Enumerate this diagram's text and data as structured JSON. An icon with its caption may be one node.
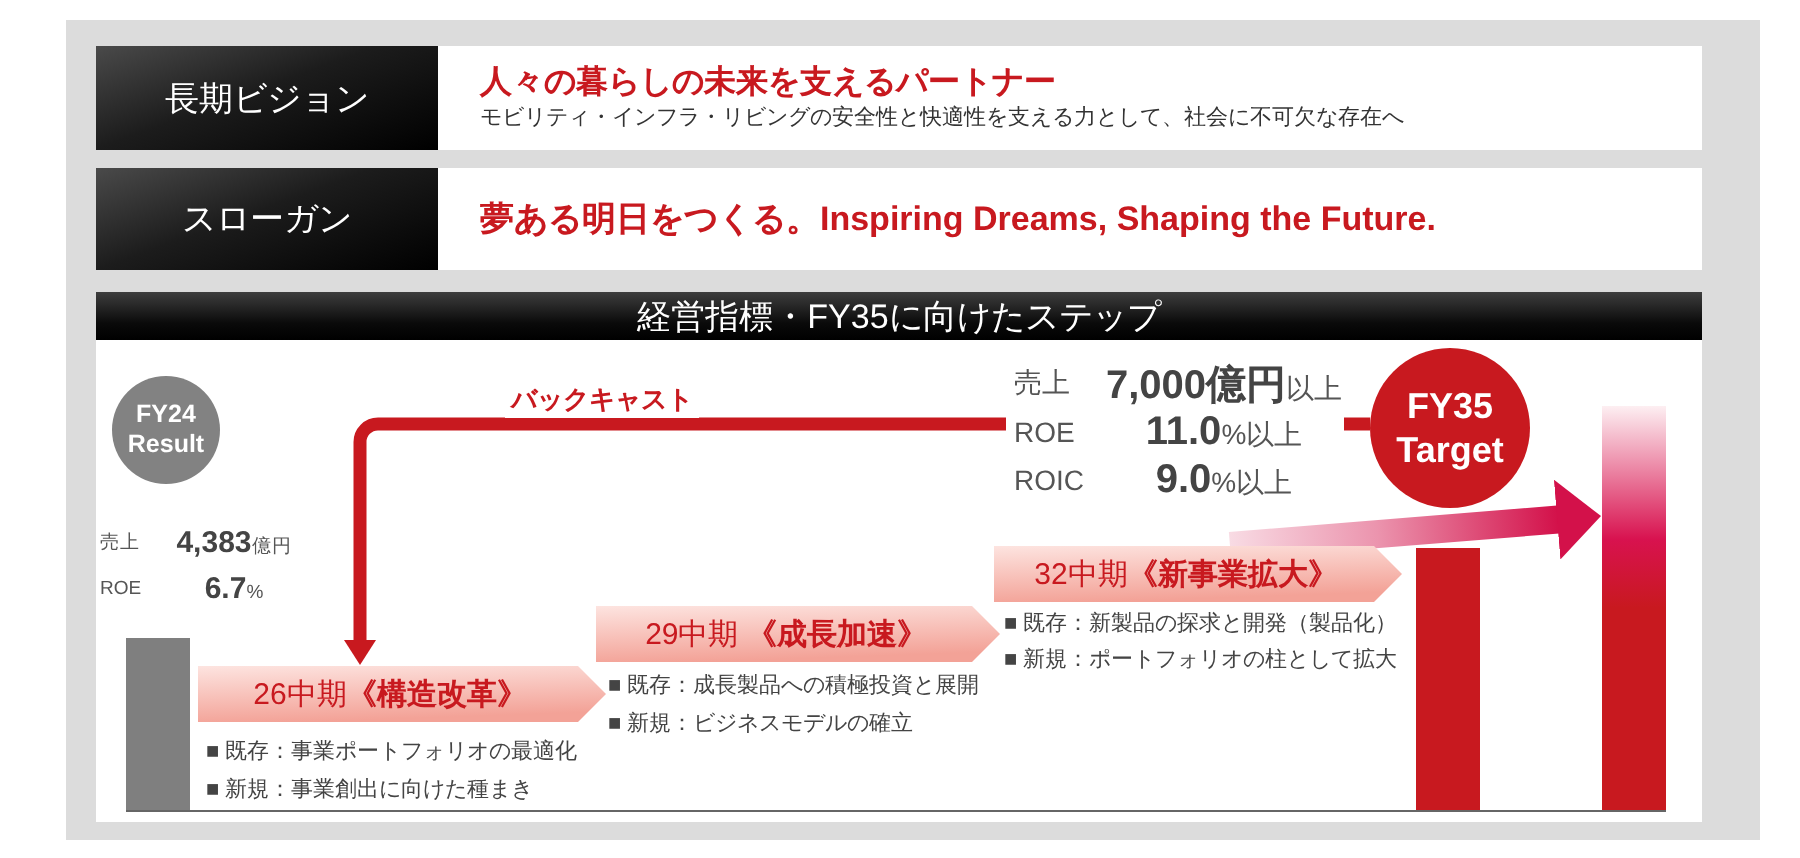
{
  "diagram": {
    "nodes": [
      {
        "text": [
          "長期ビジョン"
        ]
      },
      {
        "text": [
          "人々の暮らしの未来を支えるパートナー",
          "モビリティ・インフラ・リビングの安全性と快適性を支える力として、社会に不可欠な存在へ"
        ]
      },
      {
        "text": [
          "スローガン"
        ]
      },
      {
        "text": [
          "夢ある明日をつくる。Inspiring Dreams, Shaping the Future."
        ]
      },
      {
        "text": [
          "経営指標・FY35に向けたステップ"
        ]
      },
      {
        "text": [
          "FY24 Result"
        ],
        "in": 4,
        "beside": [
          "売上",
          "**4,383**億円",
          "ROE",
          "**6.7**%"
        ]
      },
      {
        "text": [
          "26中期**《構造改革》**"
        ],
        "in": 4,
        "beside": [
          "■ 既存：事業ポートフォリオの最適化",
          "■ 新規：事業創出に向けた種まき"
        ]
      },
      {
        "text": [
          "29中期 **《成長加速》**"
        ],
        "in": 4,
        "beside": [
          "■ 既存：成長製品への積極投資と展開",
          "■ 新規：ビジネスモデルの確立"
        ]
      },
      {
        "text": [
          "32中期**《新事業拡大》**"
        ],
        "in": 4,
        "beside": [
          "■ 既存：新製品の探求と開発（製品化）",
          "■ 新規：ポートフォリオの柱として拡大"
        ]
      },
      {
        "text": [
          "売上",
          "**7,000億円**以上",
          "ROE",
          "**11.0**%以上",
          "ROIC",
          "**9.0**%以上"
        ],
        "in": 4
      },
      {
        "text": [
          "FY35 Target"
        ],
        "in": 4
      },
      {
        "text": [],
        "shape": "bar",
        "in": 4
      },
      {
        "text": [],
        "shape": "bar",
        "in": 4
      },
      {
        "text": [],
        "shape": "bar",
        "in": 4
      }
    ],
    "edges": [
      {
        "from": 10,
        "to": 9,
        "arrow": "none"
      },
      {
        "from": 9,
        "to": 6,
        "arrow": "to",
        "label": "バックキャスト"
      },
      {
        "from": 8,
        "to": 13,
        "arrow": "to",
        "style": "thick",
        "color": "#d3114a"
      }
    ]
  }
}
